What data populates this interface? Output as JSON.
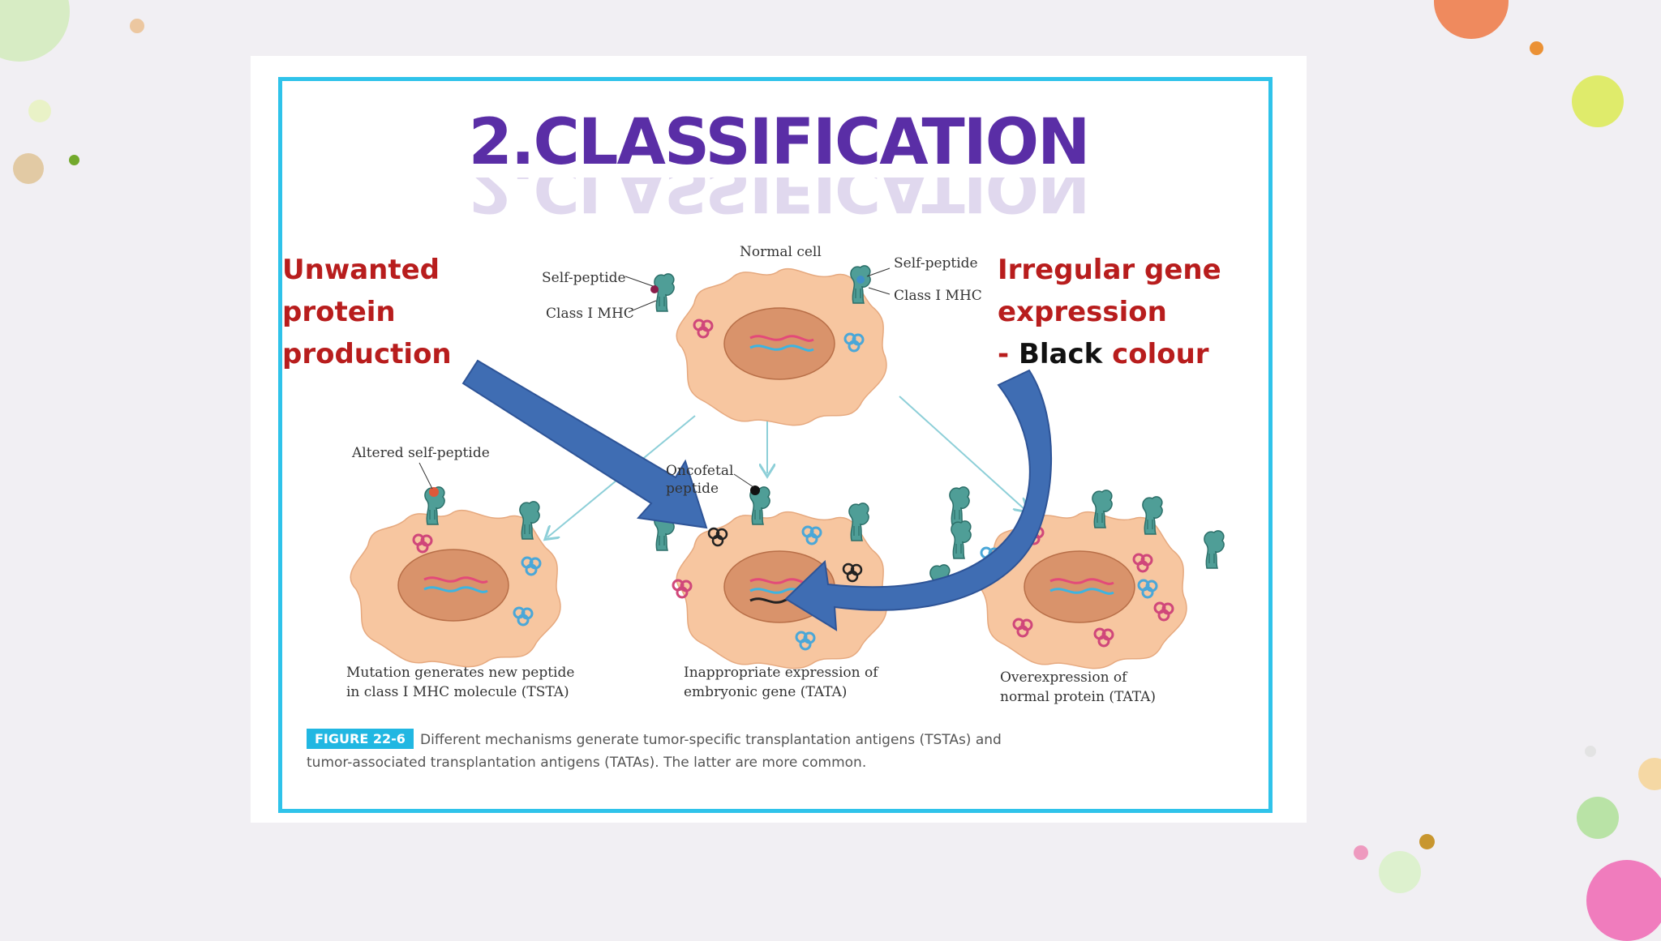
{
  "slide": {
    "title": "2.CLASSIFICATION",
    "left_callout": [
      "Unwanted",
      "protein",
      "production"
    ],
    "right_callout": {
      "line1": "Irregular gene",
      "line2": "expression",
      "line3_prefix": "- ",
      "line3_black": "Black",
      "line3_red": " colour"
    }
  },
  "figure": {
    "labels": {
      "normal_cell": "Normal cell",
      "self_peptide_left": "Self-peptide",
      "class1_mhc_left": "Class I MHC",
      "self_peptide_right": "Self-peptide",
      "class1_mhc_right": "Class I MHC",
      "altered_self_peptide": "Altered self-peptide",
      "oncofetal_line1": "Oncofetal",
      "oncofetal_line2": "peptide"
    },
    "captions": {
      "left_line1": "Mutation generates new peptide",
      "left_line2": "in class I MHC molecule (TSTA)",
      "middle_line1": "Inappropriate expression of",
      "middle_line2": "embryonic gene (TATA)",
      "right_line1": "Overexpression of",
      "right_line2": "normal protein (TATA)"
    },
    "badge": "FIGURE 22-6",
    "caption_text": "Different mechanisms generate tumor-specific transplantation antigens (TSTAs) and tumor-associated transplantation antigens (TATAs). The latter are more common."
  },
  "colors": {
    "frame": "#2fc3ea",
    "title": "#5a2ea6",
    "callout_red": "#b81d1d",
    "arrow_blue": "#3f6db3",
    "cell_fill": "#f7c6a0",
    "nucleus_fill": "#d9936b",
    "mhc_teal": "#4f9e97"
  }
}
